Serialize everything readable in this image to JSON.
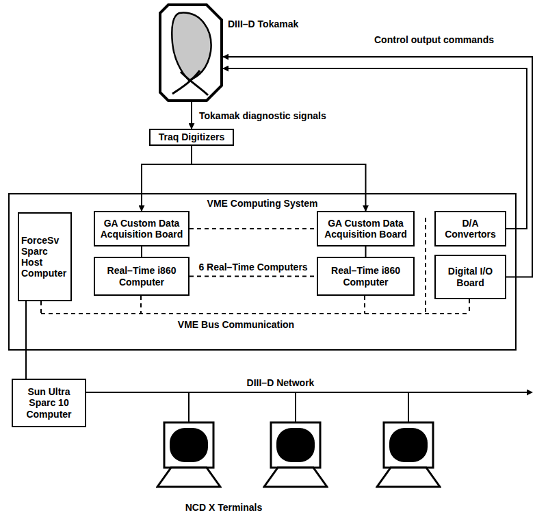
{
  "diagram": {
    "nodes": [
      {
        "text": [
          "DIII–D Tokamak"
        ]
      },
      {
        "text": [
          "Traq Digitizers"
        ]
      },
      {
        "text": [
          "VME Computing System"
        ]
      },
      {
        "text": [
          "ForceSv Sparc Host Computer"
        ],
        "in": 2
      },
      {
        "text": [
          "GA Custom Data Acquisition Board"
        ],
        "in": 2
      },
      {
        "text": [
          "GA Custom Data Acquisition Board"
        ],
        "in": 2
      },
      {
        "text": [
          "D/A Convertors"
        ],
        "in": 2
      },
      {
        "text": [
          "Real–Time i860 Computer"
        ],
        "in": 2
      },
      {
        "text": [
          "Real–Time i860 Computer"
        ],
        "in": 2
      },
      {
        "text": [
          "Digital I/O Board"
        ],
        "in": 2
      },
      {
        "text": [
          "Sun Ultra Sparc 10 Computer"
        ]
      }
    ],
    "edges": [
      {
        "from": 0,
        "to": 1,
        "label": "Tokamak diagnostic signals",
        "arrow": "to"
      },
      {
        "from": 1,
        "to": 4,
        "arrow": "to"
      },
      {
        "from": 1,
        "to": 5,
        "arrow": "to"
      },
      {
        "from": 6,
        "to": 0,
        "arrow": "to"
      },
      {
        "from": 9,
        "to": 0,
        "label": "Control output commands",
        "arrow": "to"
      },
      {
        "from": 4,
        "to": 7,
        "arrow": "none"
      },
      {
        "from": 5,
        "to": 8,
        "arrow": "none"
      },
      {
        "from": 4,
        "to": 5,
        "arrow": "none"
      },
      {
        "from": 7,
        "to": 8,
        "label": "6 Real–Time Computers",
        "arrow": "none"
      },
      {
        "from": 3,
        "to": 10,
        "arrow": "none"
      }
    ],
    "labels": [
      "VME Bus Communication",
      "DIII–D Network",
      "NCD X Terminals"
    ]
  }
}
